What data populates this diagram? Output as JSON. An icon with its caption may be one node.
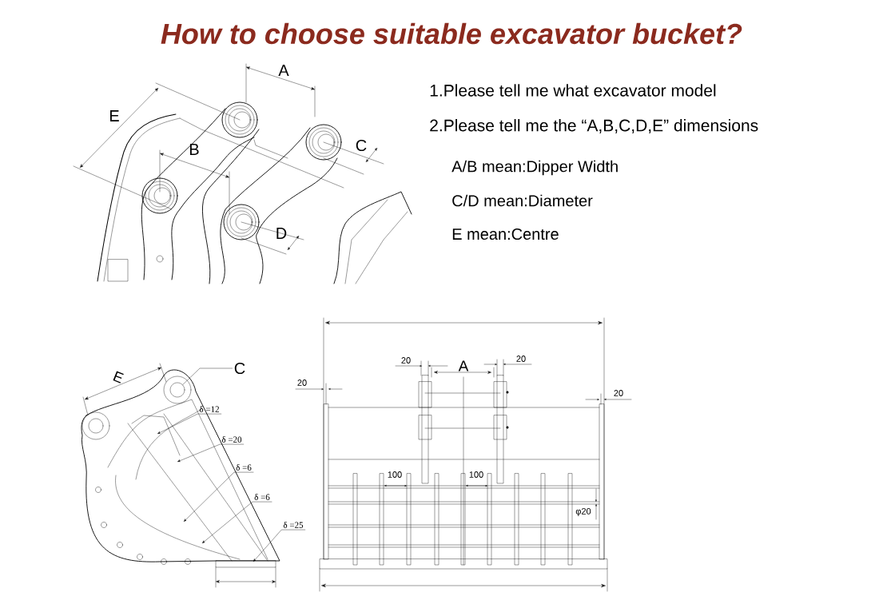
{
  "diagram": {
    "title": "How to choose suitable excavator bucket?",
    "nodes": [
      {
        "text": [
          "C"
        ]
      },
      {
        "text": [
          "δ =12"
        ]
      },
      {
        "text": [
          "δ =20"
        ]
      },
      {
        "text": [
          "δ =6"
        ]
      },
      {
        "text": [
          "δ =6"
        ]
      },
      {
        "text": [
          "δ =25"
        ]
      },
      {
        "text": [],
        "shape": "circle"
      }
    ],
    "edges": [
      {
        "from": 0,
        "to": 6,
        "arrow": "none"
      },
      {
        "from": 1,
        "to": null,
        "arrow": "to"
      },
      {
        "from": 2,
        "to": null,
        "arrow": "to"
      },
      {
        "from": 3,
        "to": null,
        "arrow": "to"
      },
      {
        "from": 4,
        "to": null,
        "arrow": "to"
      },
      {
        "from": 5,
        "to": null,
        "arrow": "to"
      }
    ],
    "labels": [
      "A",
      "E",
      "B",
      "C",
      "D",
      "1.Please tell me what excavator model",
      "2.Please tell me the “A,B,C,D,E” dimensions",
      "A/B mean:Dipper Width",
      "C/D mean:Diameter",
      "E mean:Centre",
      "E",
      "20",
      "A",
      "20",
      "20",
      "20",
      "100",
      "100",
      "φ20"
    ]
  }
}
